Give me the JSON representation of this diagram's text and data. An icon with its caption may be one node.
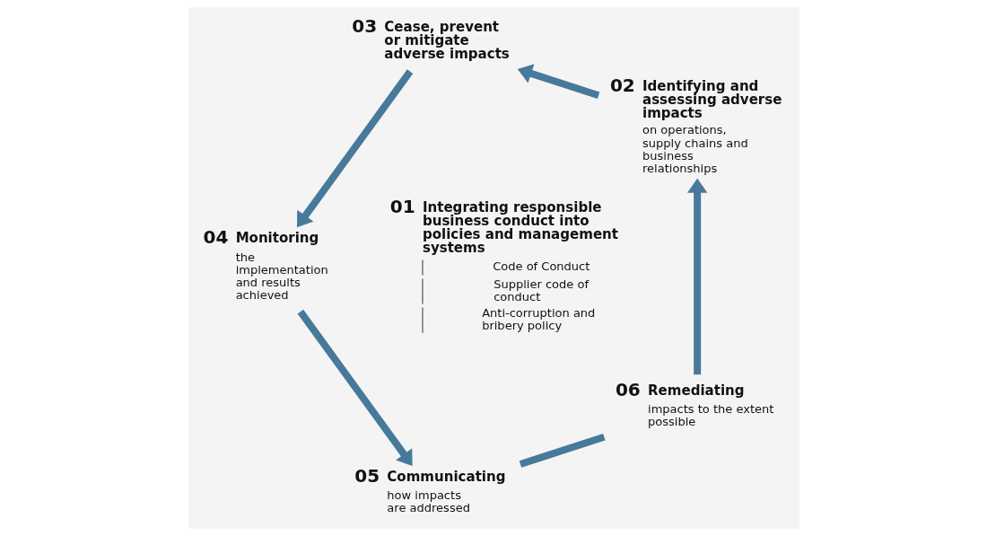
{
  "diagram": {
    "nodes": [
      {
        "text": [
          "01",
          "Integrating responsible business conduct into policies and management systems",
          "Code of Conduct",
          "Supplier code of conduct",
          "Anti-corruption and bribery policy"
        ]
      },
      {
        "text": [
          "02",
          "Identifying and assessing adverse impacts",
          "on operations, supply chains and business relationships"
        ]
      },
      {
        "text": [
          "03",
          "Cease, prevent or mitigate adverse impacts"
        ]
      },
      {
        "text": [
          "04",
          "Monitoring",
          "the implementation and results achieved"
        ]
      },
      {
        "text": [
          "05",
          "Communicating",
          "how impacts are addressed"
        ]
      },
      {
        "text": [
          "06",
          "Remediating",
          "impacts to the extent possible"
        ]
      }
    ],
    "edges": [
      {
        "from": 5,
        "to": 1,
        "arrow": "to"
      },
      {
        "from": 1,
        "to": 2,
        "arrow": "to"
      },
      {
        "from": 2,
        "to": 3,
        "arrow": "to"
      },
      {
        "from": 3,
        "to": 4,
        "arrow": "to"
      },
      {
        "from": 4,
        "to": 5,
        "arrow": "none"
      }
    ]
  }
}
